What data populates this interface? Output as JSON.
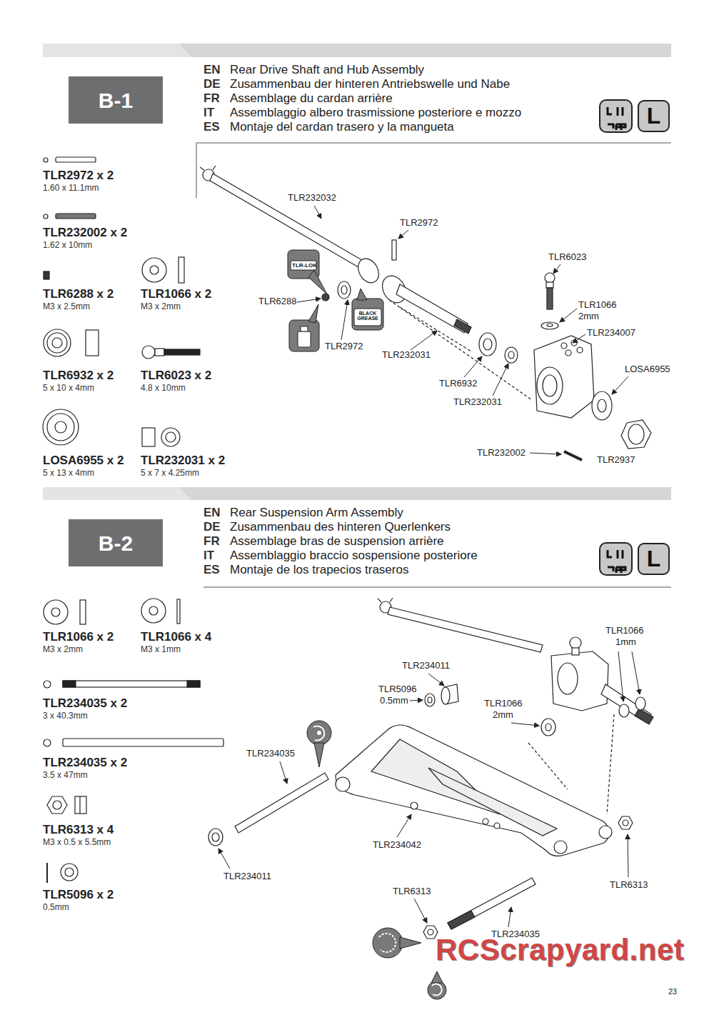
{
  "diagram": {
    "nodes": [
      {
        "text": [
          "B-1"
        ]
      },
      {
        "text": [
          "L"
        ]
      },
      {
        "text": [
          "B-2"
        ]
      },
      {
        "text": [
          "L"
        ]
      }
    ],
    "labels": [
      "EN",
      "Rear Drive Shaft and Hub Assembly",
      "DE",
      "Zusammenbau der hinteren Antriebswelle und Nabe",
      "FR",
      "Assemblage du cardan arrière",
      "IT",
      "Assemblaggio albero trasmissione posteriore e mozzo",
      "ES",
      "Montaje del cardan trasero y la mangueta",
      "TLR2972 x 2",
      "1.60 x 11.1mm",
      "TLR232002 x 2",
      "1.62 x 10mm",
      "TLR6288 x 2",
      "M3 x 2.5mm",
      "TLR1066 x 2",
      "M3 x 2mm",
      "TLR6932 x 2",
      "5 x 10 x 4mm",
      "TLR6023 x 2",
      "4.8 x 10mm",
      "LOSA6955 x 2",
      "5 x 13 x 4mm",
      "TLR232031 x 2",
      "5 x 7 x 4.25mm",
      "TLR232032",
      "TLR2972",
      "TLR6023",
      "TLR-LOK",
      "TLR1066",
      "2mm",
      "TLR6288",
      "TLR234007",
      "BLACK GREASE",
      "TLR2972",
      "TLR232031",
      "LOSA6955",
      "TLR6932",
      "TLR232031",
      "TLR232002",
      "TLR2937",
      "EN",
      "Rear Suspension Arm Assembly",
      "DE",
      "Zusammenbau des hinteren Querlenkers",
      "FR",
      "Assemblage bras de suspension arrière",
      "IT",
      "Assemblaggio braccio sospensione posteriore",
      "ES",
      "Montaje de los trapecios traseros",
      "TLR1066 x 2",
      "M3 x 2mm",
      "TLR1066 x 4",
      "M3 x 1mm",
      "TLR234035 x 2",
      "3 x 40.3mm",
      "TLR234035 x 2",
      "3.5 x 47mm",
      "TLR6313 x 4",
      "M3 x 0.5 x 5.5mm",
      "TLR5096 x 2",
      "0.5mm",
      "TLR1066",
      "1mm",
      "TLR234011",
      "TLR5096",
      "0.5mm",
      "TLR1066",
      "2mm",
      "TLR234035",
      "TLR234042",
      "TLR234011",
      "TLR6313",
      "TLR6313",
      "TLR234035",
      "RCScrapyard.net",
      "23"
    ]
  }
}
